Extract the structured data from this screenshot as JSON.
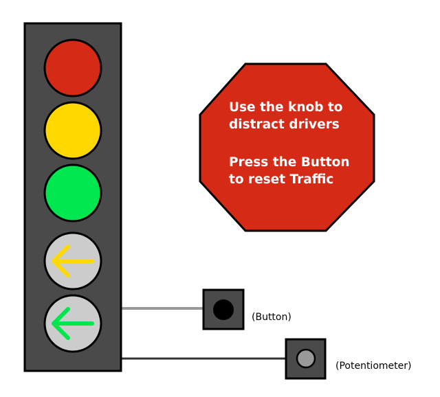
{
  "sign": {
    "line1": "Use the knob to",
    "line2": "distract drivers",
    "line3": "Press the Button",
    "line4": "to reset Traffic"
  },
  "labels": {
    "button": "(Button)",
    "potentiometer": "(Potentiometer)"
  },
  "colors": {
    "housing": "#4a4a4a",
    "red": "#d42a16",
    "yellow": "#ffd800",
    "green": "#00e64e",
    "arrow_lens": "#cccccc",
    "arrow_yellow": "#ffd800",
    "arrow_green": "#00e64e",
    "stop_sign": "#d42a16",
    "button_cap": "#000000",
    "pot_knob": "#999999"
  }
}
